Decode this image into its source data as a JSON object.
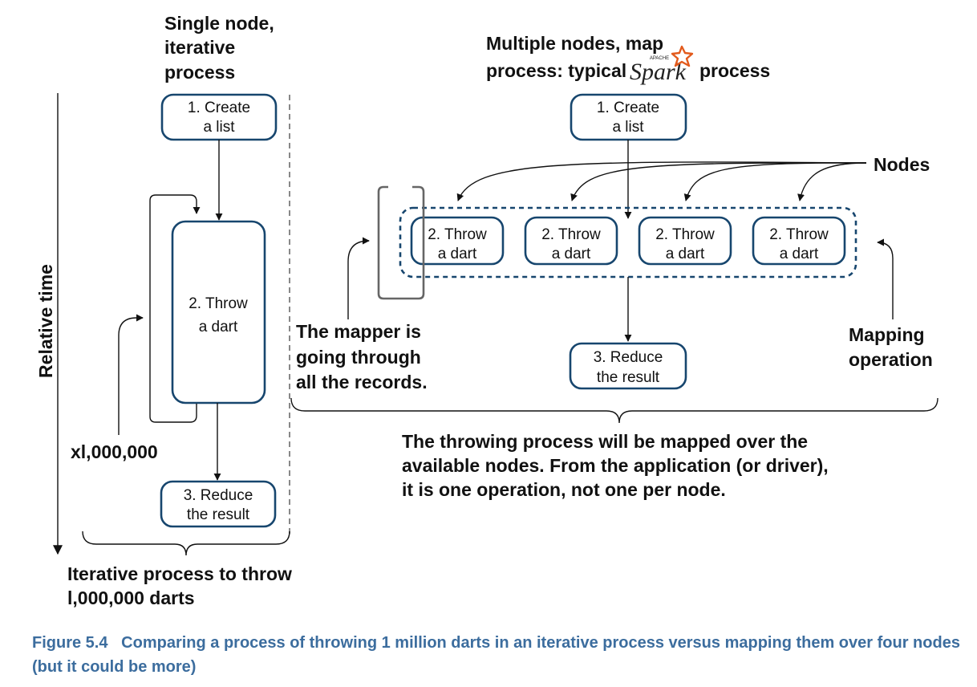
{
  "left": {
    "title_lines": [
      "Single node,",
      "iterative",
      "process"
    ],
    "box_create": [
      "1. Create",
      "a list"
    ],
    "box_throw": [
      "2. Throw",
      "a dart"
    ],
    "box_reduce": [
      "3. Reduce",
      "the result"
    ],
    "repeat_label": "xl,000,000",
    "axis_label": "Relative time",
    "bottom_lines": [
      "Iterative process to throw",
      "l,000,000 darts"
    ]
  },
  "right": {
    "title_line1": "Multiple nodes, map",
    "title_line2_pre": "process: typical",
    "spark_top": "APACHE",
    "spark_word": "Spark",
    "title_line2_post": "process",
    "box_create": [
      "1. Create",
      "a list"
    ],
    "node_boxes": [
      [
        "2. Throw",
        "a dart"
      ],
      [
        "2. Throw",
        "a dart"
      ],
      [
        "2. Throw",
        "a dart"
      ],
      [
        "2. Throw",
        "a dart"
      ]
    ],
    "box_reduce": [
      "3. Reduce",
      "the result"
    ],
    "nodes_label": "Nodes",
    "mapper_lines": [
      "The mapper is",
      "going through",
      "all the records."
    ],
    "mapping_lines": [
      "Mapping",
      "operation"
    ],
    "bottom_lines": [
      "The throwing process will be mapped over the",
      "available nodes. From the application (or driver),",
      "it is one operation, not one per node."
    ]
  },
  "caption": {
    "label": "Figure 5.4",
    "text": "Comparing a process of throwing 1 million darts in an iterative process versus mapping them over four nodes (but it could be more)"
  },
  "colors": {
    "box_stroke": "#17466e",
    "caption": "#3c6d9e",
    "spark_star": "#e25a1c",
    "bracket": "#666666"
  }
}
